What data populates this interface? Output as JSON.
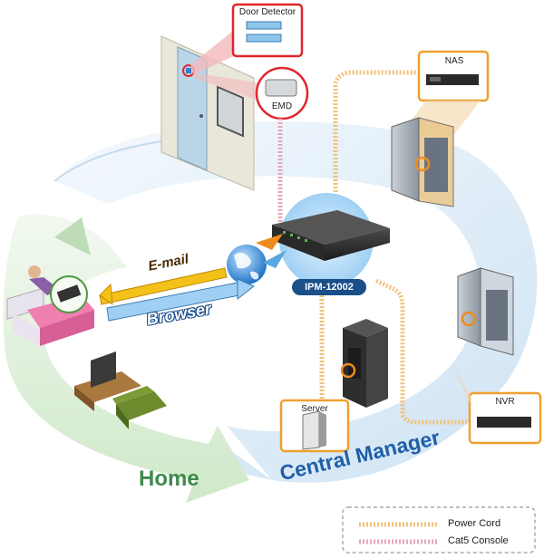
{
  "labels": {
    "door_detector": "Door Detector",
    "emd": "EMD",
    "nas": "NAS",
    "nvr": "NVR",
    "server": "Server",
    "device": "IPM-12002",
    "email": "E-mail",
    "browser": "Browser",
    "home": "Home",
    "central_manager": "Central Manager"
  },
  "legend": {
    "power_cord": "Power Cord",
    "cat5_console": "Cat5 Console"
  },
  "colors": {
    "power_cord": "#f2c27a",
    "cat5_console": "#e8a6b8",
    "callout_red": "#e0262e",
    "callout_orange": "#f0a030",
    "home_green": "#3f8a4c",
    "central_blue": "#1f5fa8"
  }
}
